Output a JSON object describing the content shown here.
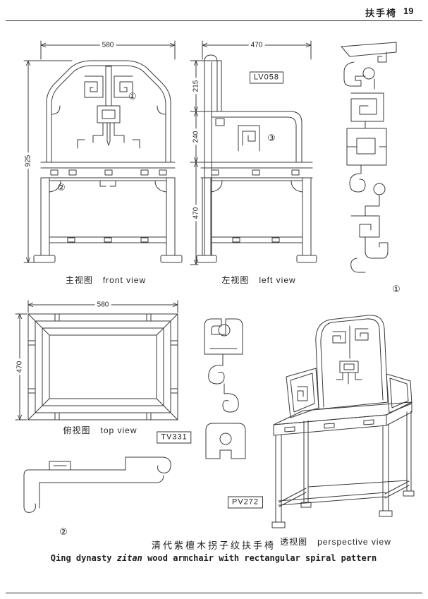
{
  "header": {
    "title": "扶手椅",
    "page_number": "19"
  },
  "front_view": {
    "caption_zh": "主视图",
    "caption_en": "front view",
    "dim_width": "580",
    "dim_height": "925",
    "callout_back": "①",
    "callout_frame": "②"
  },
  "left_view": {
    "caption_zh": "左视图",
    "caption_en": "left view",
    "code": "LV058",
    "dim_depth": "470",
    "dim_back_upper": "215",
    "dim_back_lower": "240",
    "dim_seat_height": "470",
    "callout_arm": "③"
  },
  "splat_detail": {
    "callout": "①"
  },
  "top_view": {
    "caption_zh": "俯视图",
    "caption_en": "top view",
    "code": "TV331",
    "dim_width": "580",
    "dim_depth": "470"
  },
  "profile_detail": {
    "callout": "②"
  },
  "perspective_view": {
    "caption_zh": "透视图",
    "caption_en": "perspective view",
    "code": "PV272"
  },
  "caption": {
    "title_zh": "清代紫檀木拐子纹扶手椅",
    "title_en_prefix": "Qing dynasty ",
    "title_en_italic": "zitan",
    "title_en_suffix": " wood armchair with rectangular spiral pattern"
  },
  "colors": {
    "ink": "#1f1f1f",
    "line": "#3a3a3a"
  }
}
